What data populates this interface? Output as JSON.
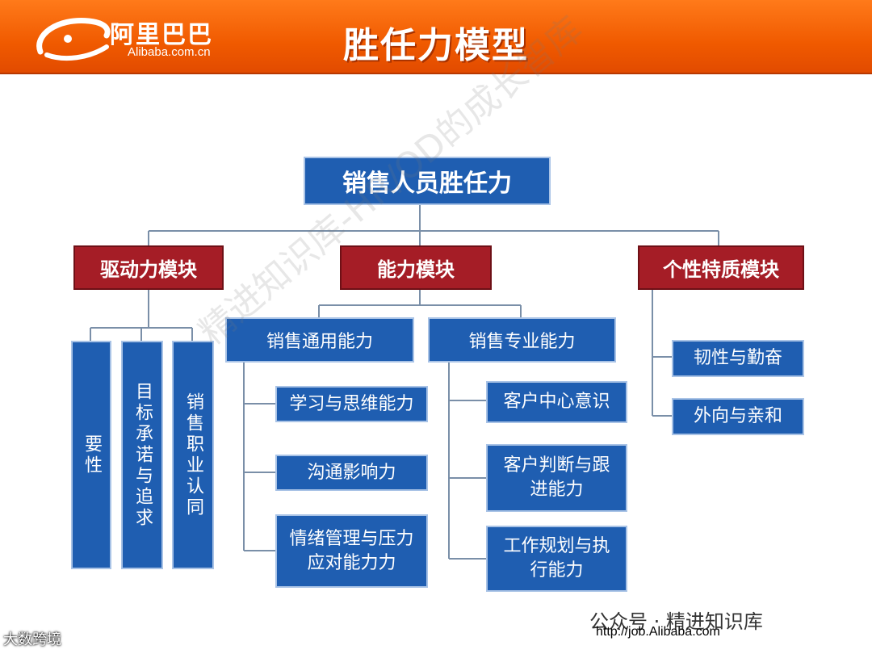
{
  "header": {
    "logo_cn": "阿里巴巴",
    "logo_en": "Alibaba.com.cn",
    "title": "胜任力模型"
  },
  "diagram": {
    "root": "销售人员胜任力",
    "modules": {
      "drive": {
        "label": "驱动力模块",
        "items": [
          "要性",
          "目标承诺与追求",
          "销售职业认同"
        ]
      },
      "ability": {
        "label": "能力模块",
        "general": {
          "label": "销售通用能力",
          "items": [
            "学习与思维能力",
            "沟通影响力",
            "情绪管理与压力应对能力力"
          ]
        },
        "professional": {
          "label": "销售专业能力",
          "items": [
            "客户中心意识",
            "客户判断与跟进能力",
            "工作规划与执行能力"
          ]
        }
      },
      "personality": {
        "label": "个性特质模块",
        "items": [
          "韧性与勤奋",
          "外向与亲和"
        ]
      }
    }
  },
  "watermark": "精进知识库-HR/OD的成长智库",
  "footer": {
    "wechat": "公众号 · 精进知识库",
    "url": "http://job.Alibaba.com",
    "badge": "大数跨境"
  },
  "colors": {
    "header": "#f05a00",
    "blue_box": "#1f5eb1",
    "red_box": "#a51d26",
    "line": "#7a8fa8"
  }
}
